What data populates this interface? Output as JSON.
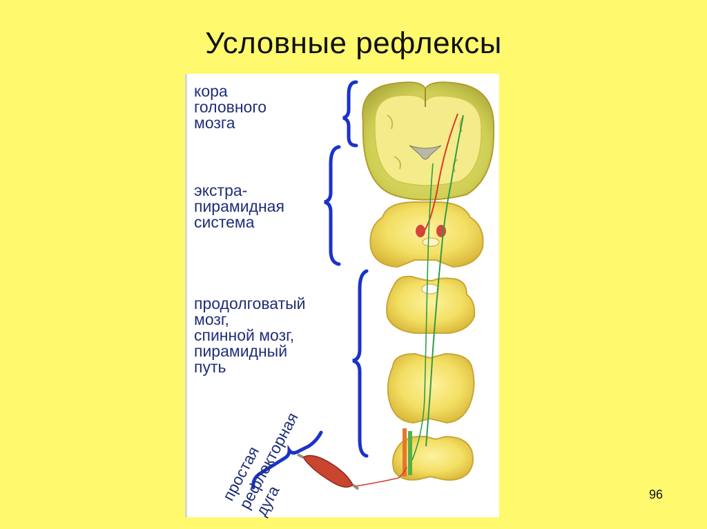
{
  "slide": {
    "title": "Условные рефлексы",
    "page_number": "96"
  },
  "labels": {
    "cortex": [
      "кора",
      "головного",
      "мозга"
    ],
    "extrapyramidal": [
      "экстра-",
      "пирамидная",
      "система"
    ],
    "medulla": [
      "продолговатый",
      "мозг,",
      "спинной мозг,",
      "пирамидный",
      "путь"
    ],
    "reflex_arc": [
      "простая",
      "рефлекторная",
      "дуга"
    ]
  },
  "colors": {
    "background": "#fff96e",
    "label_text": "#1f2e78",
    "bracket": "#1a33c8",
    "brain_tissue": "#f3df63",
    "nerve_red": "#d83a2a",
    "nerve_green": "#2f9a4a"
  }
}
